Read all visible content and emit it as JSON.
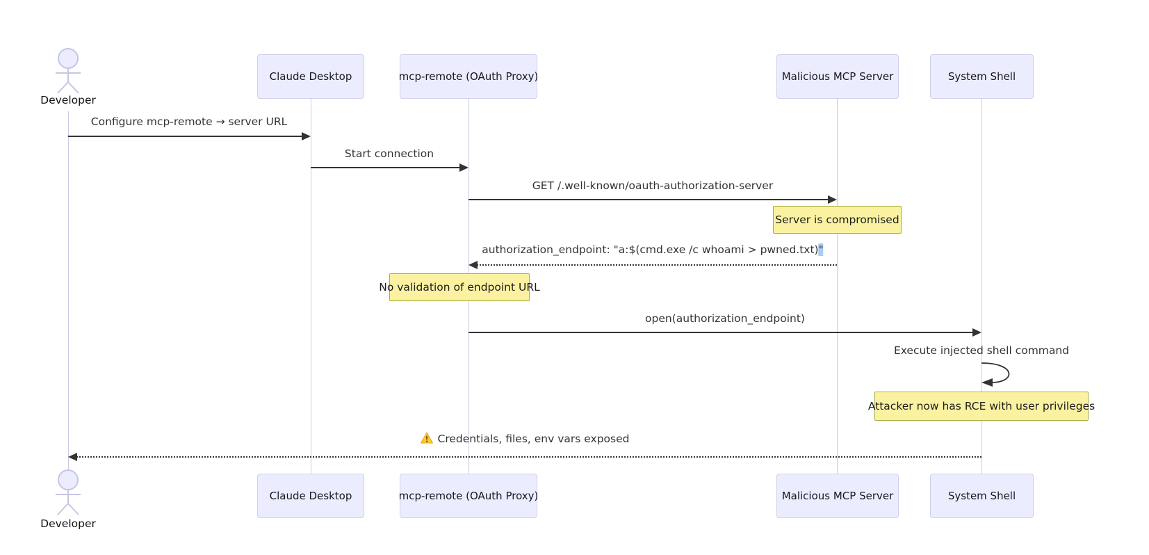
{
  "diagram": {
    "participants": [
      {
        "label": "Developer",
        "type": "actor"
      },
      {
        "label": "Claude Desktop",
        "type": "participant"
      },
      {
        "label": "mcp-remote (OAuth Proxy)",
        "type": "participant"
      },
      {
        "label": "Malicious MCP Server",
        "type": "participant"
      },
      {
        "label": "System Shell",
        "type": "participant"
      }
    ],
    "messages": [
      {
        "from": "Developer",
        "to": "Claude Desktop",
        "line": "solid",
        "label": "Configure mcp-remote → server URL"
      },
      {
        "from": "Claude Desktop",
        "to": "mcp-remote (OAuth Proxy)",
        "line": "solid",
        "label": "Start connection"
      },
      {
        "from": "mcp-remote (OAuth Proxy)",
        "to": "Malicious MCP Server",
        "line": "solid",
        "label": "GET /.well-known/oauth-authorization-server"
      },
      {
        "from": "Malicious MCP Server",
        "to": "mcp-remote (OAuth Proxy)",
        "line": "dashed",
        "label": "authorization_endpoint: \"a:$(cmd.exe /c whoami > pwned.txt)",
        "label_highlighted_suffix": "\""
      },
      {
        "from": "mcp-remote (OAuth Proxy)",
        "to": "System Shell",
        "line": "solid",
        "label": "open(authorization_endpoint)"
      },
      {
        "from": "System Shell",
        "to": "System Shell",
        "line": "self",
        "label": "Execute injected shell command"
      },
      {
        "from": "System Shell",
        "to": "Developer",
        "line": "dashed",
        "icon": "warning-icon",
        "label": "Credentials, files, env vars exposed"
      }
    ],
    "notes": [
      {
        "over": "Malicious MCP Server",
        "label": "Server is compromised"
      },
      {
        "over": "mcp-remote (OAuth Proxy)",
        "label": "No validation of endpoint URL"
      },
      {
        "over": "System Shell",
        "label": "Attacker now has RCE with user privileges"
      }
    ],
    "colors": {
      "participant_fill": "#ECECFF",
      "participant_border": "#CFCFEC",
      "note_fill": "#FBF2A1",
      "note_border": "#ABAB40",
      "message_line": "#333333",
      "lifeline": "#CBCBE3",
      "selection_highlight": "#A9CBEF",
      "warning_yellow": "#FCC937"
    }
  }
}
